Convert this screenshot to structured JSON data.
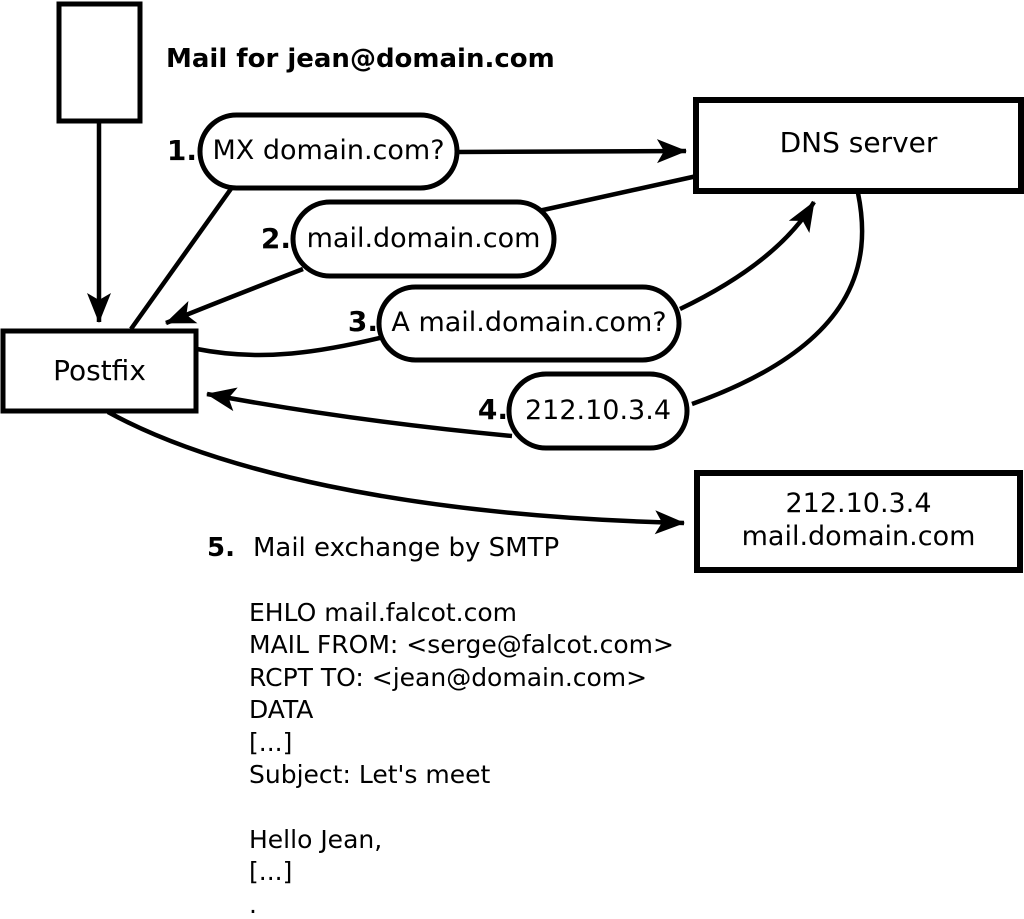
{
  "diagram": {
    "caption": "Mail for jean@domain.com",
    "nodes": {
      "postfix": "Postfix",
      "dns_server": "DNS server",
      "destination_line1": "212.10.3.4",
      "destination_line2": "mail.domain.com"
    },
    "steps": [
      {
        "num": "1.",
        "label": "MX domain.com?"
      },
      {
        "num": "2.",
        "label": "mail.domain.com"
      },
      {
        "num": "3.",
        "label": "A mail.domain.com?"
      },
      {
        "num": "4.",
        "label": "212.10.3.4"
      },
      {
        "num": "5.",
        "label": "Mail exchange by SMTP"
      }
    ],
    "smtp_session": [
      "EHLO mail.falcot.com",
      "MAIL FROM: <serge@falcot.com>",
      "RCPT TO: <jean@domain.com>",
      "DATA",
      "[...]",
      "Subject: Let's meet",
      "",
      "Hello Jean,",
      "[...]",
      "."
    ]
  },
  "colors": {
    "stroke": "#000000",
    "background": "#ffffff"
  }
}
